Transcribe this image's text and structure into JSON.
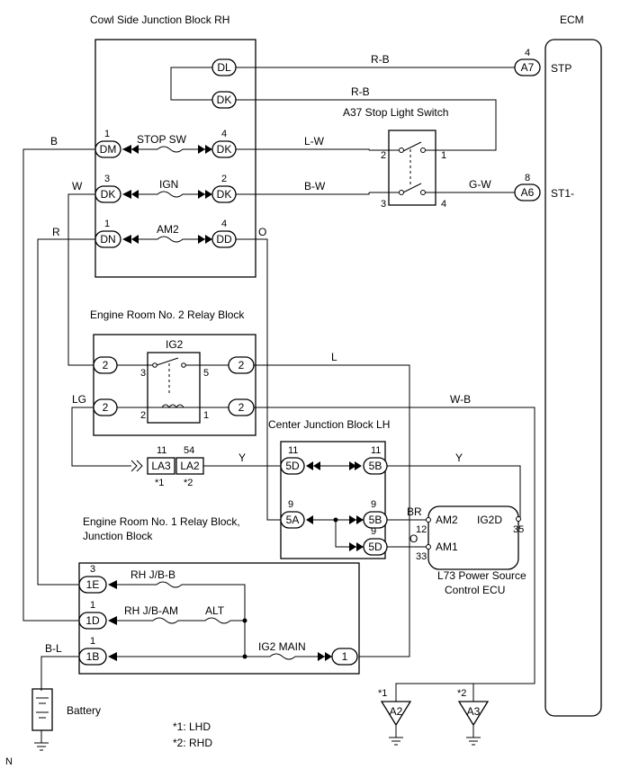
{
  "titles": {
    "cowl": "Cowl Side Junction Block RH",
    "ecm": "ECM",
    "er2": "Engine Room No. 2 Relay Block",
    "cjb": "Center Junction Block LH",
    "er1_line1": "Engine Room No. 1 Relay Block,",
    "er1_line2": "Junction Block",
    "stop_switch": "A37 Stop Light Switch",
    "l73_line1": "L73 Power Source",
    "l73_line2": "Control ECU",
    "battery": "Battery",
    "note1": "*1: LHD",
    "note2": "*2: RHD",
    "corner": "N"
  },
  "connectors": {
    "DL": "DL",
    "DK": "DK",
    "DM": "DM",
    "DN": "DN",
    "DD": "DD",
    "A7": "A7",
    "A6": "A6",
    "A2": "A2",
    "A3": "A3",
    "LA3": "LA3",
    "LA2": "LA2",
    "c5D": "5D",
    "c5B": "5B",
    "c5A": "5A",
    "c1E": "1E",
    "c1D": "1D",
    "c1B": "1B",
    "c1": "1",
    "c2": "2"
  },
  "pins": {
    "p1": "1",
    "p2": "2",
    "p3": "3",
    "p4": "4",
    "p5": "5",
    "p8": "8",
    "p9": "9",
    "p11": "11",
    "p12": "12",
    "p33": "33",
    "p35": "35",
    "p54": "54"
  },
  "fuses": {
    "stop_sw": "STOP SW",
    "ign": "IGN",
    "am2": "AM2",
    "rh_jb_b": "RH J/B-B",
    "rh_jb_am": "RH J/B-AM",
    "alt": "ALT",
    "ig2_main": "IG2 MAIN",
    "ig2": "IG2"
  },
  "wires": {
    "rb": "R-B",
    "lw": "L-W",
    "bw": "B-W",
    "gw": "G-W",
    "b": "B",
    "w": "W",
    "r": "R",
    "o": "O",
    "l": "L",
    "lg": "LG",
    "wb": "W-B",
    "y": "Y",
    "br": "BR",
    "bl": "B-L"
  },
  "ecm_terms": {
    "stp": "STP",
    "st1": "ST1-"
  },
  "ecu_terms": {
    "am2": "AM2",
    "am1": "AM1",
    "ig2d": "IG2D"
  },
  "notes": {
    "s1": "*1",
    "s2": "*2"
  }
}
